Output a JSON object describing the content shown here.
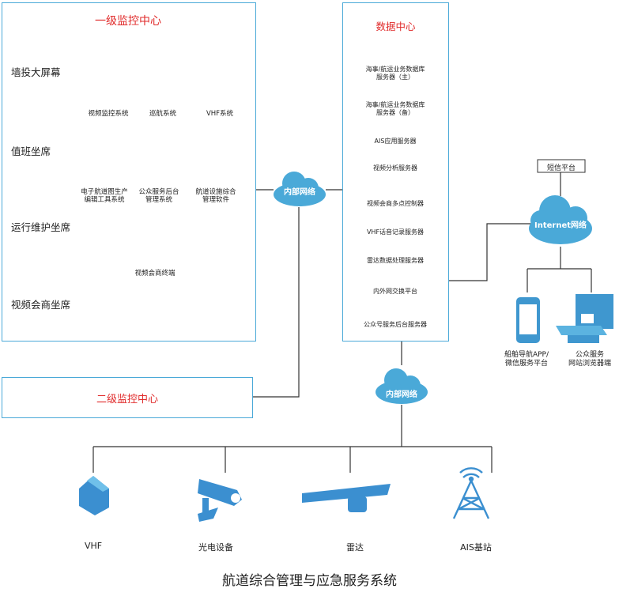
{
  "title": "航道综合管理与应急服务系统",
  "level1": {
    "title": "一级监控中心",
    "rows": [
      {
        "label": "墙投大屏幕"
      },
      {
        "label": "值班坐席",
        "items": [
          "视频监控系统",
          "巡航系统",
          "VHF系统"
        ]
      },
      {
        "label": "运行维护坐席",
        "items": [
          "电子航道图生产\n编辑工具系统",
          "公众服务后台\n管理系统",
          "航道设施综合\n管理软件"
        ]
      },
      {
        "label": "视频会商坐席",
        "items": [
          "视频会商终端"
        ]
      }
    ]
  },
  "level2": {
    "title": "二级监控中心"
  },
  "datacenter": {
    "title": "数据中心",
    "servers": [
      "海事/航运业务数据库\n服务器（主）",
      "海事/航运业务数据库\n服务器（备）",
      "AIS应用服务器",
      "视频分析服务器",
      "视频会商多点控制器",
      "VHF话音记录服务器",
      "雷达数据处理服务器",
      "内外网交换平台",
      "公众号服务后台服务器"
    ]
  },
  "clouds": {
    "internal_top": "内部网络",
    "internal_bottom": "内部网络",
    "internet": "Internet网络"
  },
  "sms": "短信平台",
  "clients": {
    "phone": "船舶导航APP/\n微信服务平台",
    "desktop": "公众服务\n网站浏览器端"
  },
  "devices": [
    "VHF",
    "光电设备",
    "雷达",
    "AIS基站"
  ],
  "colors": {
    "accent": "#4aa9d8",
    "title_red": "#e02a2a",
    "device_blue": "#3b8fd0"
  }
}
